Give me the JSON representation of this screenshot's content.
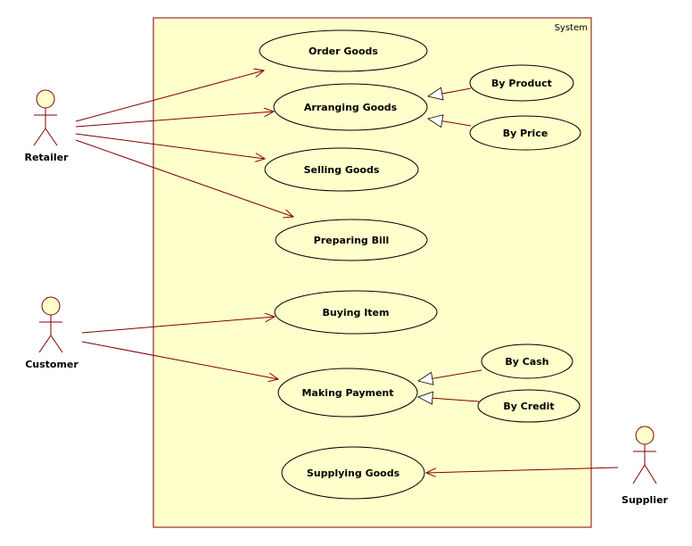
{
  "system": {
    "label": "System"
  },
  "colors": {
    "fill": "#ffffcc",
    "line": "#800000",
    "stroke": "#000000"
  },
  "actors": {
    "retailer": "Retailer",
    "customer": "Customer",
    "supplier": "Supplier"
  },
  "use_cases": {
    "order_goods": "Order Goods",
    "arranging_goods": "Arranging Goods",
    "by_product": "By Product",
    "by_price": "By Price",
    "selling_goods": "Selling Goods",
    "preparing_bill": "Preparing Bill",
    "buying_item": "Buying Item",
    "making_payment": "Making Payment",
    "by_cash": "By Cash",
    "by_credit": "By Credit",
    "supplying_goods": "Supplying Goods"
  }
}
